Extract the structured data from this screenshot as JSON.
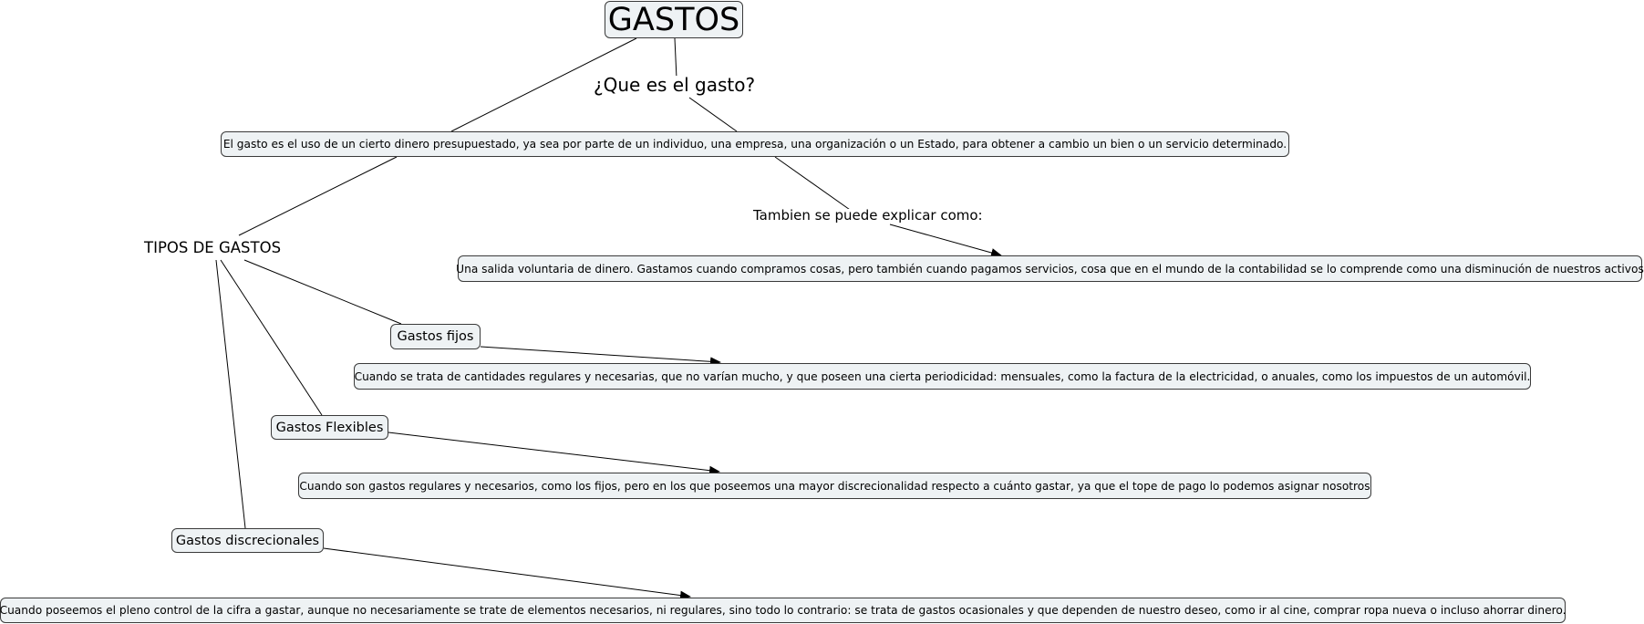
{
  "map": {
    "title": "GASTOS",
    "question_link": "¿Que es el gasto?",
    "definition": "El gasto es el uso de un cierto dinero presupuestado, ya sea por parte de un individuo, una empresa, una organización o un Estado, para obtener a cambio un bien o un servicio determinado.",
    "alt_link": "Tambien se puede explicar como:",
    "alt_definition": "Una salida voluntaria de dinero. Gastamos cuando compramos cosas, pero también cuando pagamos servicios, cosa que en el mundo de la contabilidad se lo comprende como una disminución de nuestros activos",
    "types_heading": "TIPOS DE GASTOS",
    "types": [
      {
        "label": "Gastos fijos",
        "description": "Cuando se trata de cantidades regulares y necesarias, que no varían mucho, y que poseen una cierta periodicidad: mensuales, como la factura de la electricidad, o anuales, como los impuestos de un automóvil."
      },
      {
        "label": "Gastos Flexibles",
        "description": "Cuando son gastos regulares y necesarios, como los fijos, pero en los que poseemos una mayor discrecionalidad respecto a cuánto gastar, ya que el tope de pago lo podemos asignar nosotros"
      },
      {
        "label": "Gastos discrecionales",
        "description": "Cuando poseemos el pleno control de la cifra a gastar, aunque no necesariamente se trate de elementos necesarios, ni regulares, sino todo lo contrario: se trata de gastos ocasionales y que dependen de nuestro deseo, como ir al cine, comprar ropa nueva o incluso ahorrar dinero."
      }
    ]
  },
  "colors": {
    "node_fill": "#eef2f4",
    "node_border": "#3a3a3a",
    "link": "#000000",
    "background": "#ffffff"
  }
}
